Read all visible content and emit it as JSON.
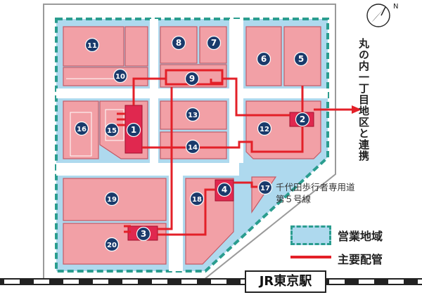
{
  "map": {
    "blocks": [
      {
        "id": "11",
        "label": "11"
      },
      {
        "id": "10",
        "label": "10"
      },
      {
        "id": "8",
        "label": "8"
      },
      {
        "id": "7",
        "label": "7"
      },
      {
        "id": "9",
        "label": "9"
      },
      {
        "id": "6",
        "label": "6"
      },
      {
        "id": "5",
        "label": "5"
      },
      {
        "id": "13",
        "label": "13"
      },
      {
        "id": "16",
        "label": "16"
      },
      {
        "id": "15",
        "label": "15"
      },
      {
        "id": "1",
        "label": "1"
      },
      {
        "id": "12",
        "label": "12"
      },
      {
        "id": "2",
        "label": "2"
      },
      {
        "id": "14",
        "label": "14"
      },
      {
        "id": "19",
        "label": "19"
      },
      {
        "id": "18",
        "label": "18"
      },
      {
        "id": "4",
        "label": "4"
      },
      {
        "id": "17",
        "label": "17"
      },
      {
        "id": "3",
        "label": "3"
      },
      {
        "id": "20",
        "label": "20"
      }
    ],
    "north_label": "N",
    "connection_label": "丸の内一丁目地区と連携",
    "pedestrian_path_line1": "千代田歩行者専用道",
    "pedestrian_path_line2": "第５号線",
    "station_label": "JR東京駅"
  },
  "legend": {
    "service_area_label": "営業地域",
    "main_pipe_label": "主要配管"
  },
  "colors": {
    "block_fill": "#f2a0a6",
    "block_stroke": "#c45a66",
    "plant_fill": "#e0284f",
    "area_fill": "#aed9ee",
    "area_border": "#2a9d8f",
    "pipe": "#e32028",
    "marker": "#1a3a6b"
  }
}
